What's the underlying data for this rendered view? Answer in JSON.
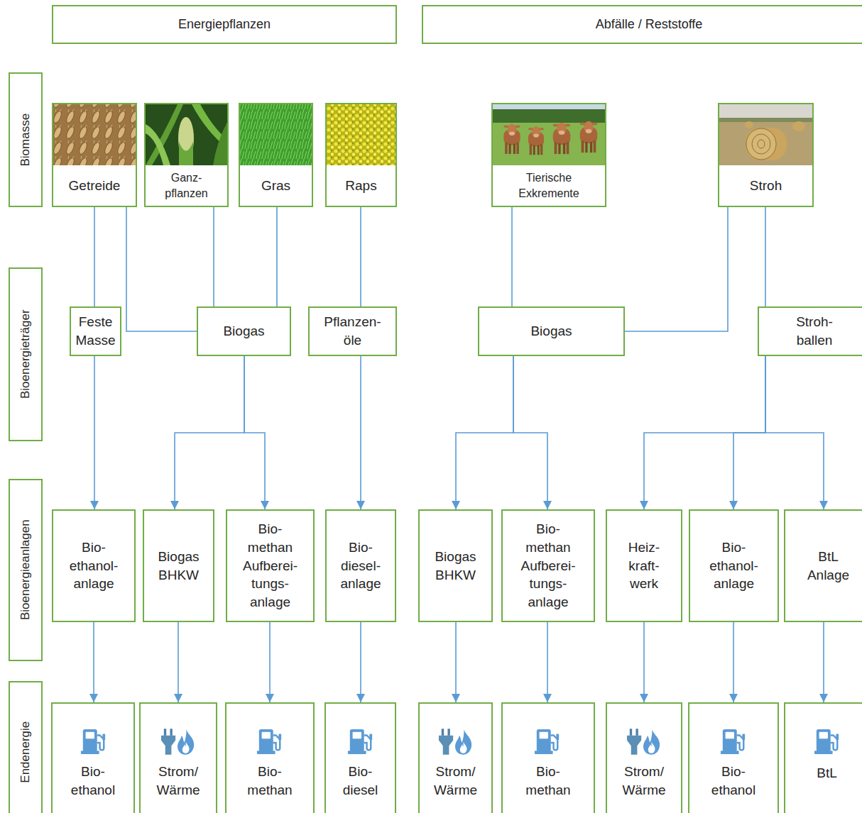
{
  "diagram": {
    "nodes": [
      {
        "text": [
          "Energiepflanzen"
        ]
      },
      {
        "text": [
          "Abfälle / Reststoffe"
        ]
      },
      {
        "text": [
          "Biomasse"
        ]
      },
      {
        "text": [
          "Getreide"
        ]
      },
      {
        "text": [
          "Ganz- pflanzen"
        ]
      },
      {
        "text": [
          "Gras"
        ]
      },
      {
        "text": [
          "Raps"
        ]
      },
      {
        "text": [
          "Tierische Exkremente"
        ]
      },
      {
        "text": [
          "Stroh"
        ]
      },
      {
        "text": [
          "Bioenergieträger"
        ]
      },
      {
        "text": [
          "Feste Masse"
        ]
      },
      {
        "text": [
          "Biogas"
        ]
      },
      {
        "text": [
          "Pflanzen- öle"
        ]
      },
      {
        "text": [
          "Biogas"
        ]
      },
      {
        "text": [
          "Stroh- ballen"
        ]
      },
      {
        "text": [
          "Bioenergieanlagen"
        ]
      },
      {
        "text": [
          "Bio- ethanol- anlage"
        ]
      },
      {
        "text": [
          "Biogas BHKW"
        ]
      },
      {
        "text": [
          "Bio- methan Aufberei- tungs- anlage"
        ]
      },
      {
        "text": [
          "Bio- diesel- anlage"
        ]
      },
      {
        "text": [
          "Biogas BHKW"
        ]
      },
      {
        "text": [
          "Bio- methan Aufberei- tungs- anlage"
        ]
      },
      {
        "text": [
          "Heiz- kraft- werk"
        ]
      },
      {
        "text": [
          "Bio- ethanol- anlage"
        ]
      },
      {
        "text": [
          "BtL Anlage"
        ]
      },
      {
        "text": [
          "Endenergie"
        ]
      },
      {
        "text": [
          "Bio- ethanol"
        ]
      },
      {
        "text": [
          "Strom/ Wärme"
        ]
      },
      {
        "text": [
          "Bio- methan"
        ]
      },
      {
        "text": [
          "Bio- diesel"
        ]
      },
      {
        "text": [
          "Strom/ Wärme"
        ]
      },
      {
        "text": [
          "Bio- methan"
        ]
      },
      {
        "text": [
          "Strom/ Wärme"
        ]
      },
      {
        "text": [
          "Bio- ethanol"
        ]
      },
      {
        "text": [
          "BtL"
        ]
      }
    ],
    "edges": [
      {
        "from": 3,
        "to": 10,
        "arrow": "none"
      },
      {
        "from": 3,
        "to": 11,
        "arrow": "none"
      },
      {
        "from": 4,
        "to": 11,
        "arrow": "none"
      },
      {
        "from": 5,
        "to": 11,
        "arrow": "none"
      },
      {
        "from": 6,
        "to": 12,
        "arrow": "none"
      },
      {
        "from": 7,
        "to": 13,
        "arrow": "none"
      },
      {
        "from": 8,
        "to": 13,
        "arrow": "none"
      },
      {
        "from": 8,
        "to": 14,
        "arrow": "none"
      },
      {
        "from": 10,
        "to": 16,
        "arrow": "to"
      },
      {
        "from": 11,
        "to": 17,
        "arrow": "to"
      },
      {
        "from": 11,
        "to": 18,
        "arrow": "to"
      },
      {
        "from": 12,
        "to": 19,
        "arrow": "to"
      },
      {
        "from": 13,
        "to": 20,
        "arrow": "to"
      },
      {
        "from": 13,
        "to": 21,
        "arrow": "to"
      },
      {
        "from": 14,
        "to": 22,
        "arrow": "to"
      },
      {
        "from": 14,
        "to": 23,
        "arrow": "to"
      },
      {
        "from": 14,
        "to": 24,
        "arrow": "to"
      },
      {
        "from": 16,
        "to": 26,
        "arrow": "to"
      },
      {
        "from": 17,
        "to": 27,
        "arrow": "to"
      },
      {
        "from": 18,
        "to": 28,
        "arrow": "to"
      },
      {
        "from": 19,
        "to": 29,
        "arrow": "to"
      },
      {
        "from": 20,
        "to": 30,
        "arrow": "to"
      },
      {
        "from": 21,
        "to": 31,
        "arrow": "to"
      },
      {
        "from": 22,
        "to": 32,
        "arrow": "to"
      },
      {
        "from": 23,
        "to": 33,
        "arrow": "to"
      },
      {
        "from": 24,
        "to": 34,
        "arrow": "to"
      }
    ]
  }
}
